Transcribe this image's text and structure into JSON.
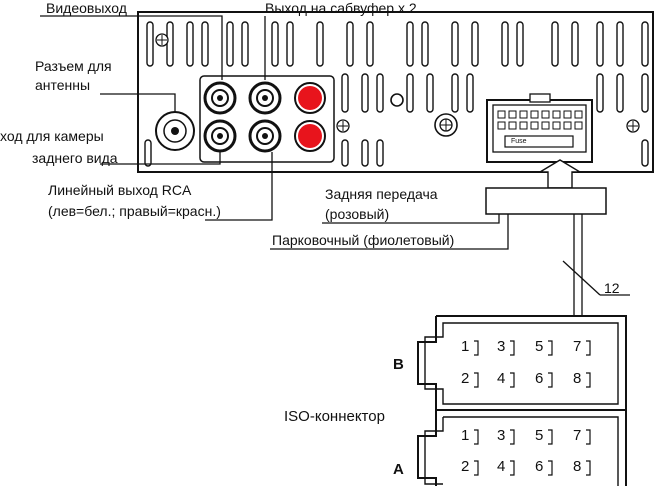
{
  "labels": {
    "video_out": "Видеовыход",
    "subwoofer_out": "Выход на сабвуфер x 2",
    "antenna_line1": "Разъем для",
    "antenna_line2": "антенны",
    "camera_line1": "ход для камеры",
    "camera_line2": "заднего вида",
    "rca_line1": "Линейный выход RCA",
    "rca_line2": "(лев=бел.; правый=красн.)",
    "reverse_line1": "Задняя передача",
    "reverse_line2": "(розовый)",
    "parking": "Парковочный (фиолетовый)",
    "cable_number": "12",
    "iso_connector": "ISO-коннектор",
    "fuse": "Fuse"
  },
  "connectors": [
    {
      "letter": "B",
      "pins_top": [
        "1",
        "3",
        "5",
        "7"
      ],
      "pins_bottom": [
        "2",
        "4",
        "6",
        "8"
      ]
    },
    {
      "letter": "A",
      "pins_top": [
        "1",
        "3",
        "5",
        "7"
      ],
      "pins_bottom": [
        "2",
        "4",
        "6",
        "8"
      ]
    }
  ],
  "colors": {
    "red_jack": "#e8141c",
    "line": "#111111",
    "background": "#ffffff"
  }
}
